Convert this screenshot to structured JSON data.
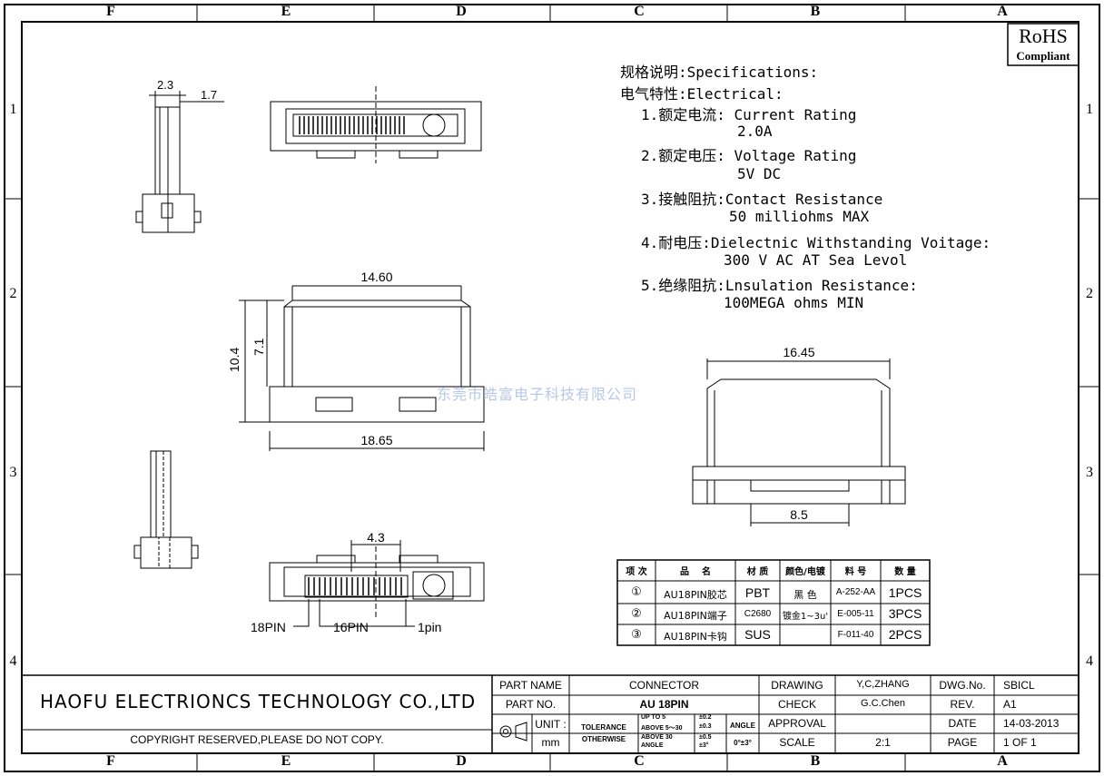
{
  "frame": {
    "columns": [
      "F",
      "E",
      "D",
      "C",
      "B",
      "A"
    ],
    "rows": [
      "1",
      "2",
      "3",
      "4"
    ]
  },
  "rohs": {
    "title": "RoHS",
    "subtitle": "Compliant"
  },
  "specs": {
    "heading1": "规格说明:Specifications:",
    "heading2": "电气特性:Electrical:",
    "items": [
      {
        "label": "1.额定电流: Current Rating",
        "value": "2.0A"
      },
      {
        "label": "2.额定电压: Voltage Rating",
        "value": "5V DC"
      },
      {
        "label": "3.接触阻抗:Contact Resistance",
        "value": "50 milliohms MAX"
      },
      {
        "label": "4.耐电压:Dielectnic Withstanding Voitage:",
        "value": "300 V AC AT Sea Levol"
      },
      {
        "label": "5.绝缘阻抗:Lnsulation Resistance:",
        "value": "100MEGA ohms MIN"
      }
    ]
  },
  "dimensions": {
    "side_top_w1": "2.3",
    "side_top_w2": "1.7",
    "front_width_top": "14.60",
    "front_height_total": "10.4",
    "front_height_upper": "7.1",
    "front_width_bottom": "18.65",
    "right_width_top": "16.45",
    "right_width_bottom": "8.5",
    "bottom_pitch": "4.3"
  },
  "pin_labels": {
    "p18": "18PIN",
    "p16": "16PIN",
    "p1": "1pin"
  },
  "watermark": "东莞市皓富电子科技有限公司",
  "bom": {
    "headers": [
      "项 次",
      "品    名",
      "材 质",
      "颜色/电镀",
      "料 号",
      "数 量"
    ],
    "rows": [
      [
        "①",
        "AU18PIN胶芯",
        "PBT",
        "黑 色",
        "A-252-AA",
        "1PCS"
      ],
      [
        "②",
        "AU18PIN端子",
        "C2680",
        "镀金1~3u'",
        "E-005-11",
        "3PCS"
      ],
      [
        "③",
        "AU18PIN卡钩",
        "SUS",
        "",
        "F-011-40",
        "2PCS"
      ]
    ]
  },
  "title_block": {
    "company": "HAOFU ELECTRIONCS TECHNOLOGY CO.,LTD",
    "copyright": "COPYRIGHT RESERVED,PLEASE DO NOT COPY.",
    "part_name_label": "PART NAME",
    "part_name": "CONNECTOR",
    "part_no_label": "PART NO.",
    "part_no": "AU 18PIN",
    "unit_label": "UNIT :",
    "unit": "mm",
    "tolerance_label": "TOLERANCE",
    "otherwise_label": "OTHERWISE",
    "tol_rows": [
      {
        "range": "UP TO 5",
        "value": "±0.2"
      },
      {
        "range": "ABOVE 5～30",
        "value": "±0.3"
      },
      {
        "range": "ABOVE 30",
        "value": "±0.5"
      },
      {
        "range": "ANGLE",
        "value": "±3°"
      }
    ],
    "angle_label": "ANGLE",
    "angle_value": "0°±3°",
    "drawing_label": "DRAWING",
    "drawing_by": "Y,C,ZHANG",
    "check_label": "CHECK",
    "check_by": "G.C.Chen",
    "approval_label": "APPROVAL",
    "approval_by": "",
    "scale_label": "SCALE",
    "scale": "2:1",
    "dwg_no_label": "DWG.No.",
    "dwg_no": "SBICL",
    "rev_label": "REV.",
    "rev": "A1",
    "date_label": "DATE",
    "date": "14-03-2013",
    "page_label": "PAGE",
    "page": "1 OF 1"
  }
}
